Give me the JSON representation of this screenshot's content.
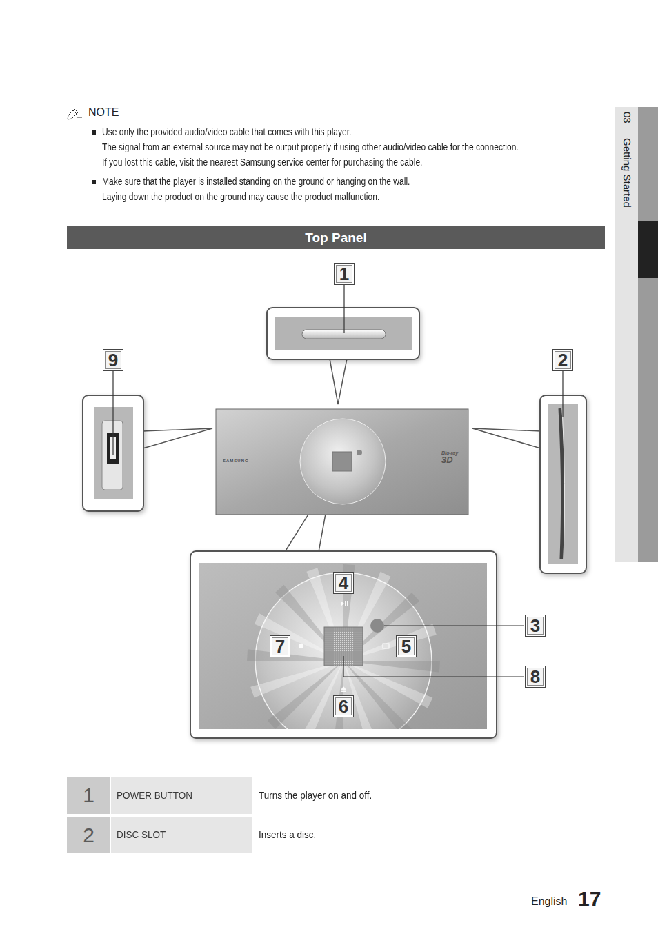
{
  "diagram": {
    "title": "Top Panel",
    "nodes": [
      {
        "text": [
          "Top Panel"
        ]
      },
      {
        "text": [
          "1"
        ]
      },
      {
        "text": [
          "9"
        ]
      },
      {
        "text": [
          "2"
        ]
      },
      {
        "text": [
          "4"
        ]
      },
      {
        "text": [
          "3"
        ]
      },
      {
        "text": [
          "7"
        ]
      },
      {
        "text": [
          "5"
        ]
      },
      {
        "text": [
          "8"
        ]
      },
      {
        "text": [
          "6"
        ]
      }
    ],
    "labels": [
      "NOTE",
      "Use only the provided audio/video cable that comes with this player.",
      "The signal from an external source may not be output properly if using other audio/video cable for the connection.",
      "If you lost this cable, visit the nearest Samsung service center for purchasing the cable.",
      "Make sure that the player is installed standing on the ground or hanging on the wall.",
      "Laying down the product on the ground may cause the product malfunction.",
      "SAMSUNG",
      "Blu-ray",
      "3D",
      "1",
      "POWER BUTTON",
      "Turns the player on and off.",
      "2",
      "DISC SLOT",
      "Inserts a disc.",
      "03",
      "Getting Started",
      "English",
      "17"
    ]
  }
}
